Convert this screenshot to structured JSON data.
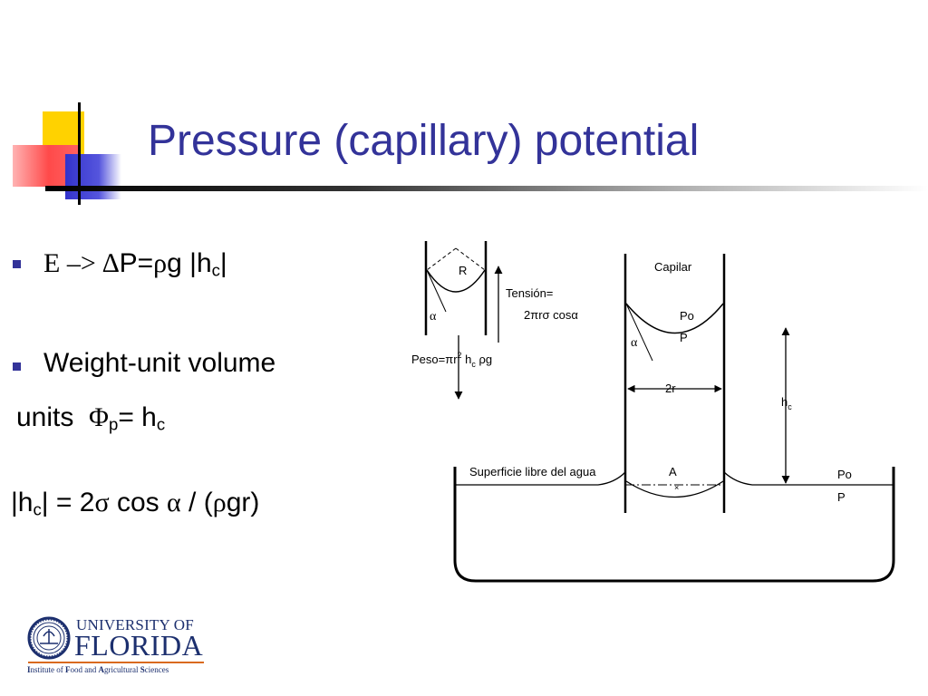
{
  "slide": {
    "title": "Pressure (capillary) potential",
    "bullet1": {
      "parts": [
        "E",
        " –> ",
        "∆",
        "P=",
        "ρ",
        "g |h",
        "c",
        "|"
      ]
    },
    "bullet2": {
      "text": "Weight-unit volume"
    },
    "units_line": {
      "parts": [
        "units  ",
        "Φ",
        "p",
        "= h",
        "c"
      ]
    },
    "formula_line": {
      "parts": [
        "|h",
        "c",
        "| = 2",
        "σ",
        " cos ",
        "α",
        " / (",
        "ρ",
        "gr)"
      ]
    }
  },
  "diagram": {
    "labels": {
      "R": "R",
      "alpha_small": "α",
      "tension_line1": "Tensión=",
      "tension_line2": "2πrσ cosα",
      "peso": "Peso=πr",
      "peso_sup": "2",
      "peso_h": " h",
      "peso_sub": "c",
      "peso_tail": " ρg",
      "capilar": "Capilar",
      "po_top": "Po",
      "p_top": "P",
      "alpha_big": "α",
      "two_r": "2r",
      "hc": "h",
      "hc_sub": "c",
      "superficie": "Superficie libre del agua",
      "a_point": "A",
      "po_right": "Po",
      "p_right": "P"
    }
  },
  "logo": {
    "line1": "UNIVERSITY OF",
    "line2": "FLORIDA",
    "ifas_parts": [
      "I",
      "nstitute of ",
      "F",
      "ood and ",
      "A",
      "gricultural ",
      "S",
      "ciences"
    ]
  },
  "colors": {
    "title": "#333399",
    "bullet": "#333399",
    "logo_blue": "#1c2f6e",
    "logo_orange": "#d96a1f"
  }
}
